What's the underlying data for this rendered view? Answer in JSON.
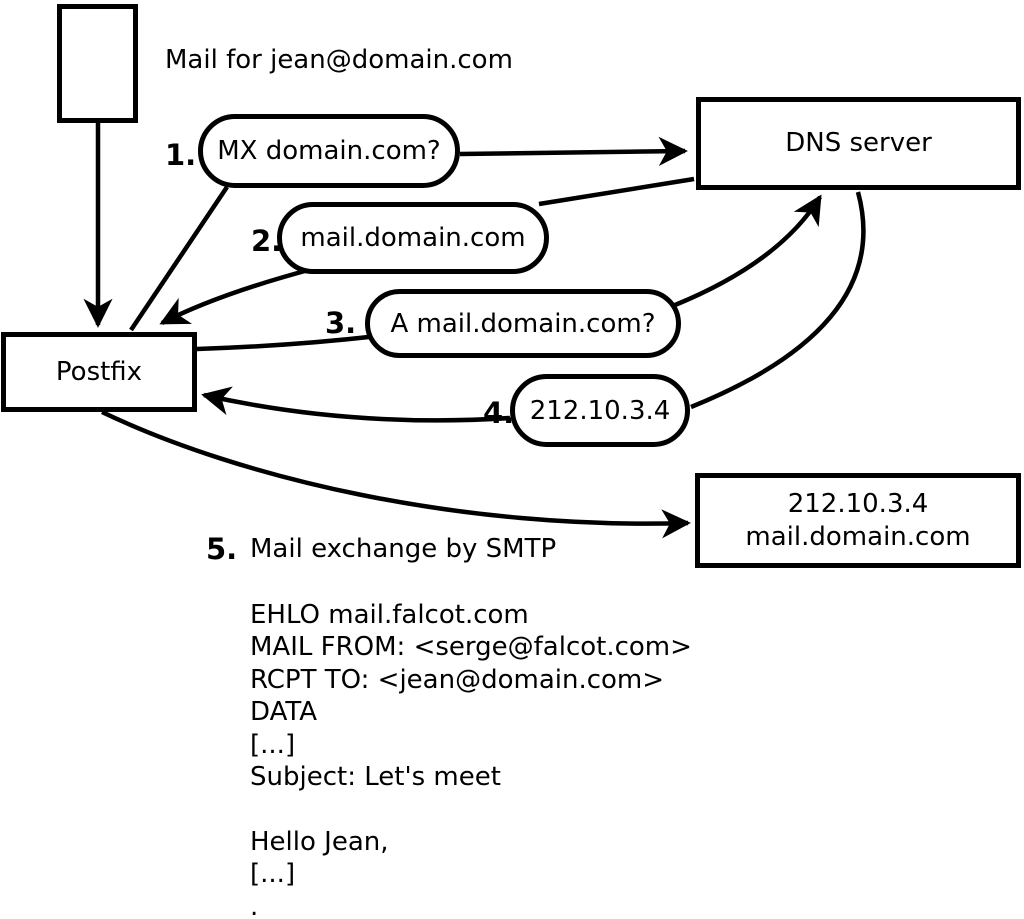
{
  "title": "Mail for jean@domain.com",
  "nodes": {
    "postfix": {
      "label": "Postfix"
    },
    "dns": {
      "label": "DNS server"
    },
    "mailserver": {
      "line1": "212.10.3.4",
      "line2": "mail.domain.com"
    }
  },
  "steps": [
    {
      "num": "1.",
      "label": "MX domain.com?"
    },
    {
      "num": "2.",
      "label": "mail.domain.com"
    },
    {
      "num": "3.",
      "label": "A mail.domain.com?"
    },
    {
      "num": "4.",
      "label": "212.10.3.4"
    },
    {
      "num": "5.",
      "label": "Mail exchange by SMTP"
    }
  ],
  "smtp_session": "EHLO mail.falcot.com\nMAIL FROM: <serge@falcot.com>\nRCPT TO: <jean@domain.com>\nDATA\n[...]\nSubject: Let's meet\n\nHello Jean,\n[...]\n.",
  "colors": {
    "stroke": "#000000",
    "background": "#ffffff"
  }
}
